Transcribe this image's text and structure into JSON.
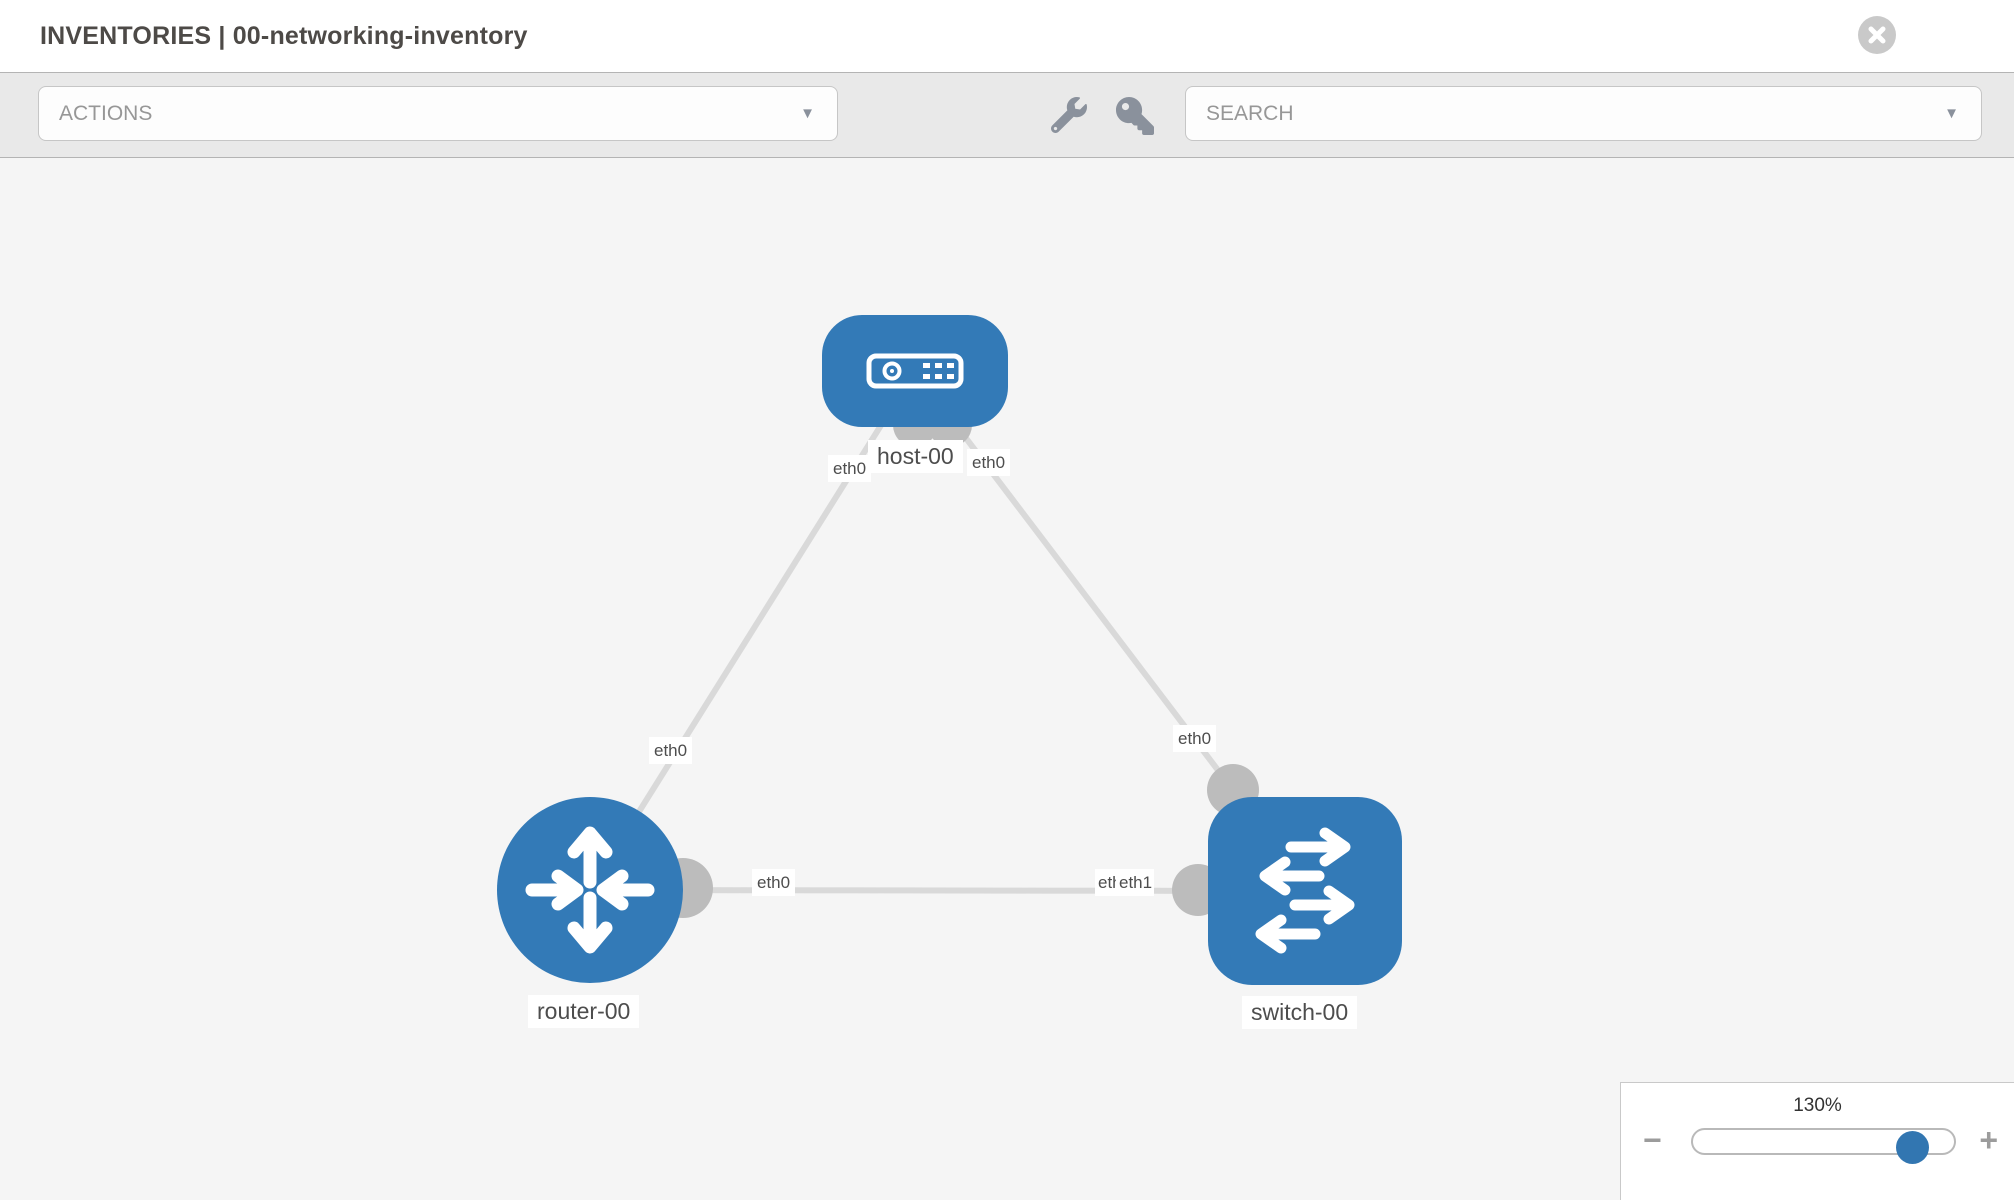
{
  "header": {
    "title": "INVENTORIES | 00-networking-inventory"
  },
  "toolbar": {
    "actions_label": "ACTIONS",
    "search_label": "SEARCH",
    "caret": "▼",
    "icons": [
      "wrench-icon",
      "key-icon"
    ]
  },
  "colors": {
    "node_blue": "#337ab7",
    "link_gray": "#d9d9d9",
    "interface_gray": "#bcbcbc",
    "canvas_bg": "#f5f5f5",
    "thumb_blue": "#3276b1"
  },
  "topology": {
    "nodes": [
      {
        "id": "host-00",
        "type": "host",
        "label": "host-00",
        "icon": "host-icon"
      },
      {
        "id": "router-00",
        "type": "router",
        "label": "router-00",
        "icon": "router-icon"
      },
      {
        "id": "switch-00",
        "type": "switch",
        "label": "switch-00",
        "icon": "switch-icon"
      }
    ],
    "links": [
      {
        "from": "host-00",
        "to": "router-00",
        "from_interface": "eth0",
        "to_interface": "eth0"
      },
      {
        "from": "host-00",
        "to": "switch-00",
        "from_interface": "eth0",
        "to_interface": "eth0"
      },
      {
        "from": "router-00",
        "to": "switch-00",
        "from_interface": "eth0",
        "to_interface": "eth1"
      }
    ],
    "interface_labels": {
      "host_left": "eth0",
      "host_right": "eth0",
      "router_link_top": "eth0",
      "switch_link_top": "eth0",
      "router_right": "eth0",
      "switch_left_under": "eth0",
      "switch_left_over": "eth1"
    }
  },
  "zoom_control": {
    "level": "130%",
    "minus_label": "−",
    "plus_label": "+"
  }
}
